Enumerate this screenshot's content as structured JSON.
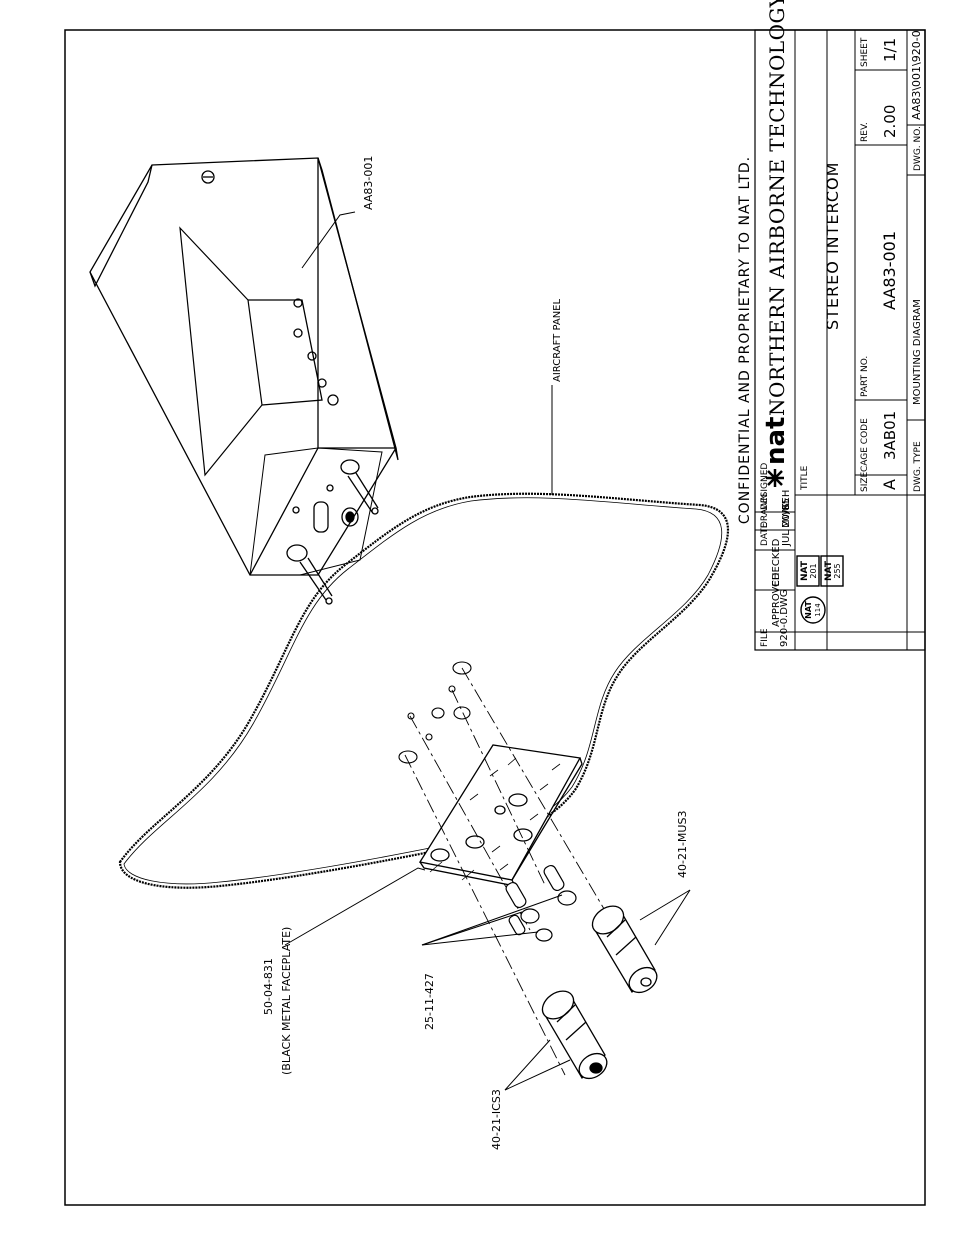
{
  "header": {
    "confidential": "CONFIDENTIAL AND PROPRIETARY TO NAT LTD.",
    "company_logo": "nat",
    "company_name": "NORTHERN AIRBORNE TECHNOLOGY LTD."
  },
  "title_block": {
    "designed_label": "DESIGNED",
    "designed_value": "KEH",
    "drawn_label": "DRAWN",
    "drawn_value": "MWS",
    "date_label": "DATE",
    "date_value": "JUL 20/05",
    "checked_label": "CHECKED",
    "approved_label": "APPROVED",
    "file_label": "FILE",
    "file_value": "920-0.DWG",
    "stamps": [
      {
        "top": "NAT",
        "bottom": "201"
      },
      {
        "top": "NAT",
        "bottom": "255"
      },
      {
        "top": "NAT",
        "bottom": "114"
      }
    ],
    "title_label": "TITLE",
    "title_value": "STEREO INTERCOM",
    "size_label": "SIZE",
    "size_value": "A",
    "cage_label": "CAGE CODE",
    "cage_value": "3AB01",
    "part_label": "PART NO.",
    "part_value": "AA83-001",
    "rev_label": "REV.",
    "rev_value": "2.00",
    "sheet_label": "SHEET",
    "sheet_value": "1/1",
    "dwg_type_label": "DWG. TYPE",
    "dwg_type_value": "MOUNTING DIAGRAM",
    "dwg_no_label": "DWG. NO.",
    "dwg_no_value": "AA83\\001\\920-0"
  },
  "callouts": {
    "unit": "AA83-001",
    "panel": "AIRCRAFT PANEL",
    "faceplate_pn": "50-04-831",
    "faceplate_desc": "(BLACK METAL FACEPLATE)",
    "screws": "25-11-427",
    "knob_ics": "40-21-ICS3",
    "knob_mus": "40-21-MUS3"
  }
}
